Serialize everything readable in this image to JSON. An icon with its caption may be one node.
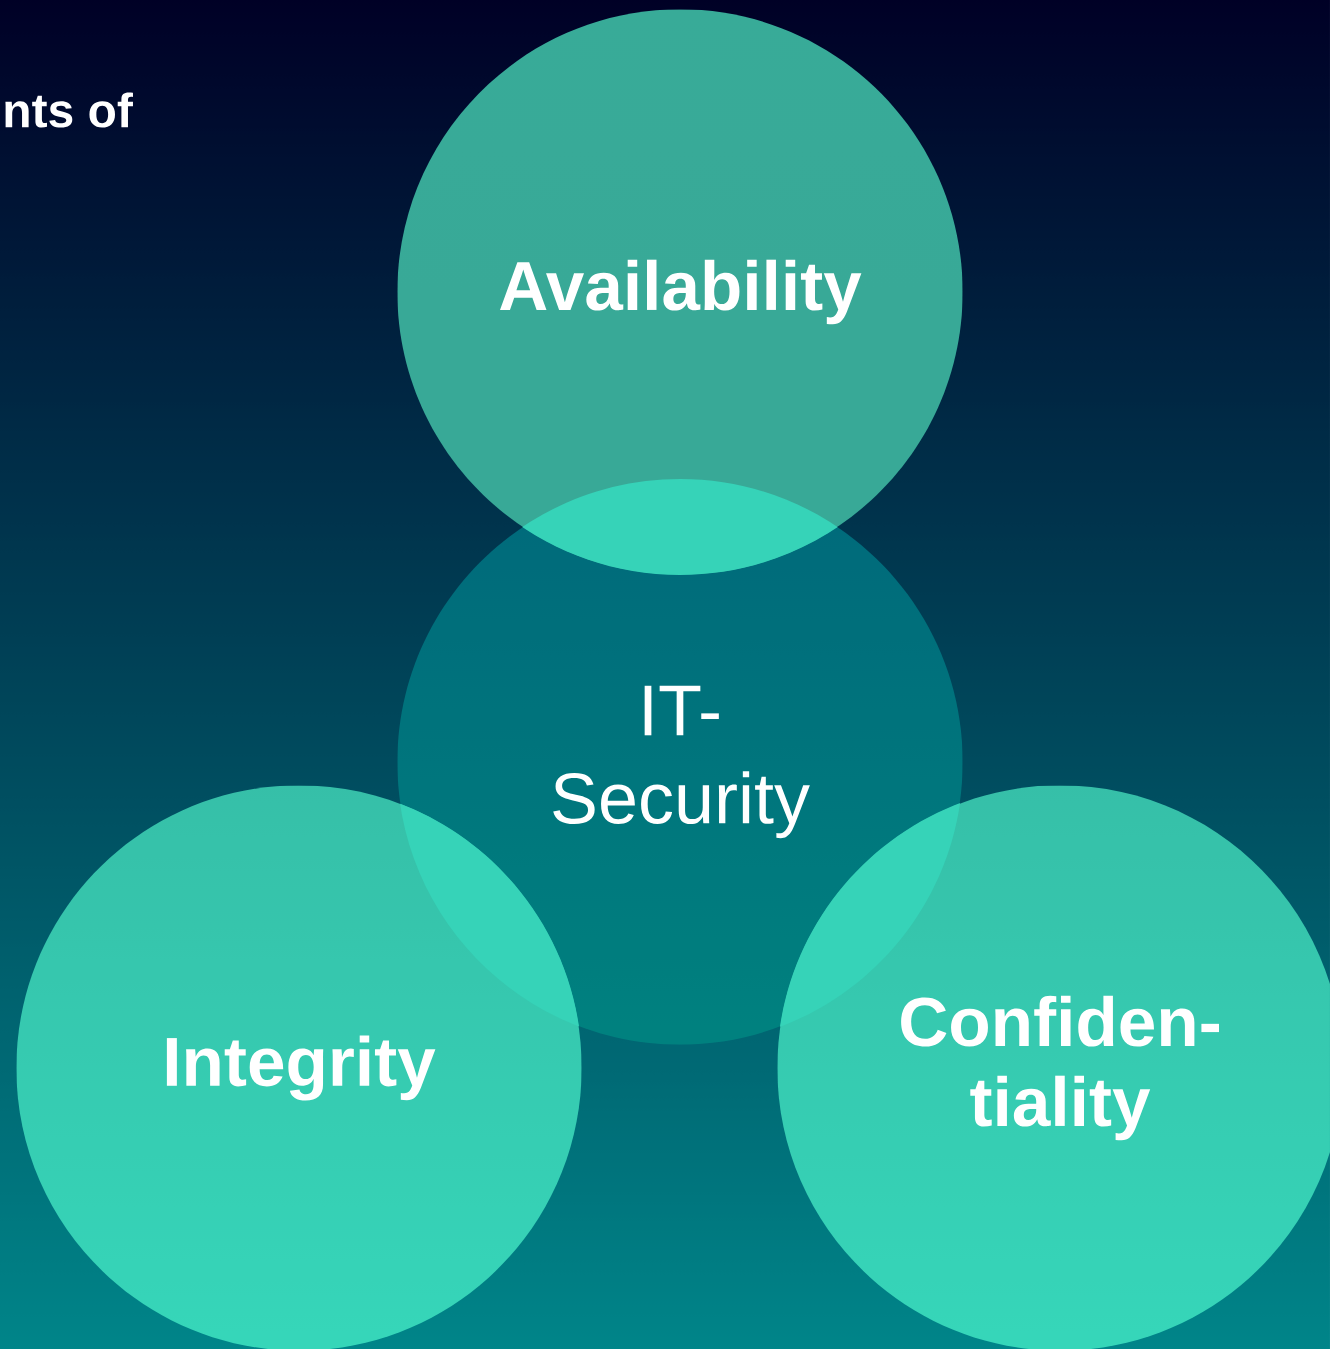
{
  "diagram": {
    "nodes": [
      {
        "text": [
          "Availability"
        ]
      },
      {
        "text": [
          "IT- Security"
        ]
      },
      {
        "text": [
          "Integrity"
        ]
      },
      {
        "text": [
          "Confiden- tiality"
        ]
      }
    ],
    "labels": [
      "nts of"
    ]
  }
}
